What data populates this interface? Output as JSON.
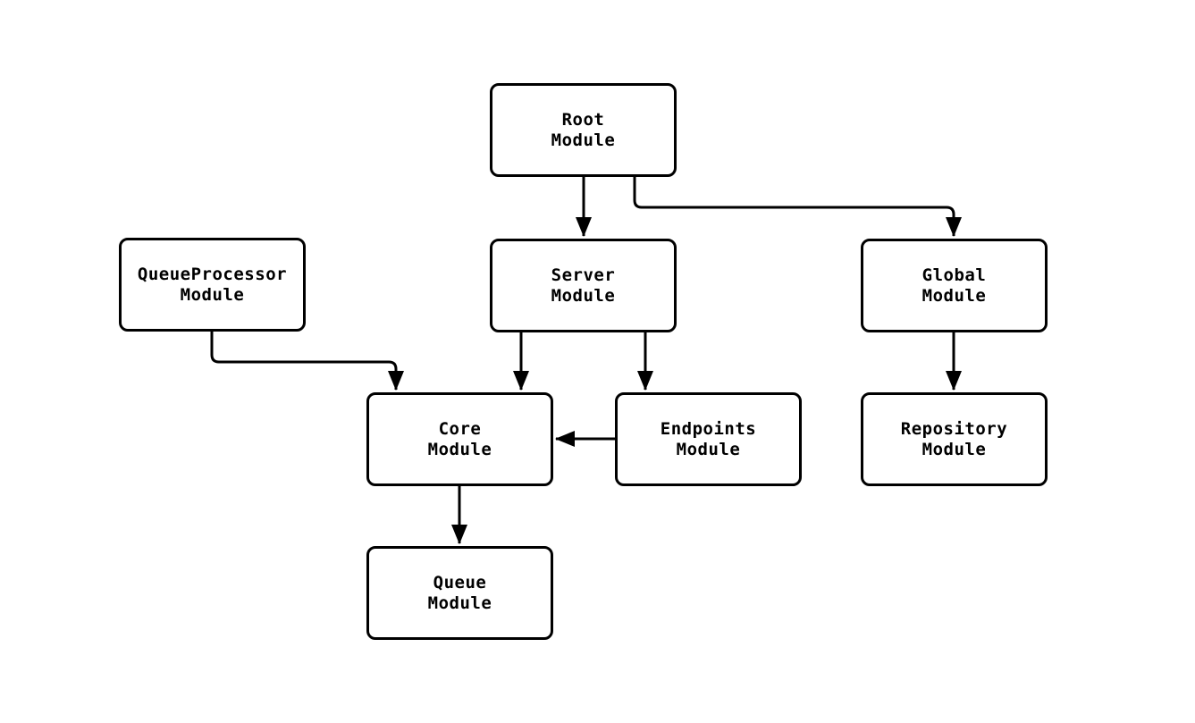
{
  "diagram": {
    "type": "module-dependency-flowchart",
    "background": "#ffffff",
    "colors": {
      "node_border": "#000000",
      "node_fill": "#ffffff",
      "edge_stroke": "#000000",
      "text": "#000000"
    },
    "nodes": [
      {
        "id": "root",
        "line1": "Root",
        "line2": "Module"
      },
      {
        "id": "queueprocessor",
        "line1": "QueueProcessor",
        "line2": "Module"
      },
      {
        "id": "server",
        "line1": "Server",
        "line2": "Module"
      },
      {
        "id": "global",
        "line1": "Global",
        "line2": "Module"
      },
      {
        "id": "core",
        "line1": "Core",
        "line2": "Module"
      },
      {
        "id": "endpoints",
        "line1": "Endpoints",
        "line2": "Module"
      },
      {
        "id": "repository",
        "line1": "Repository",
        "line2": "Module"
      },
      {
        "id": "queue",
        "line1": "Queue",
        "line2": "Module"
      }
    ],
    "edges": [
      {
        "from": "Root Module",
        "to": "Server Module"
      },
      {
        "from": "Root Module",
        "to": "Global Module"
      },
      {
        "from": "QueueProcessor Module",
        "to": "Core Module"
      },
      {
        "from": "Server Module",
        "to": "Core Module"
      },
      {
        "from": "Server Module",
        "to": "Endpoints Module"
      },
      {
        "from": "Endpoints Module",
        "to": "Core Module"
      },
      {
        "from": "Global Module",
        "to": "Repository Module"
      },
      {
        "from": "Core Module",
        "to": "Queue Module"
      }
    ]
  }
}
